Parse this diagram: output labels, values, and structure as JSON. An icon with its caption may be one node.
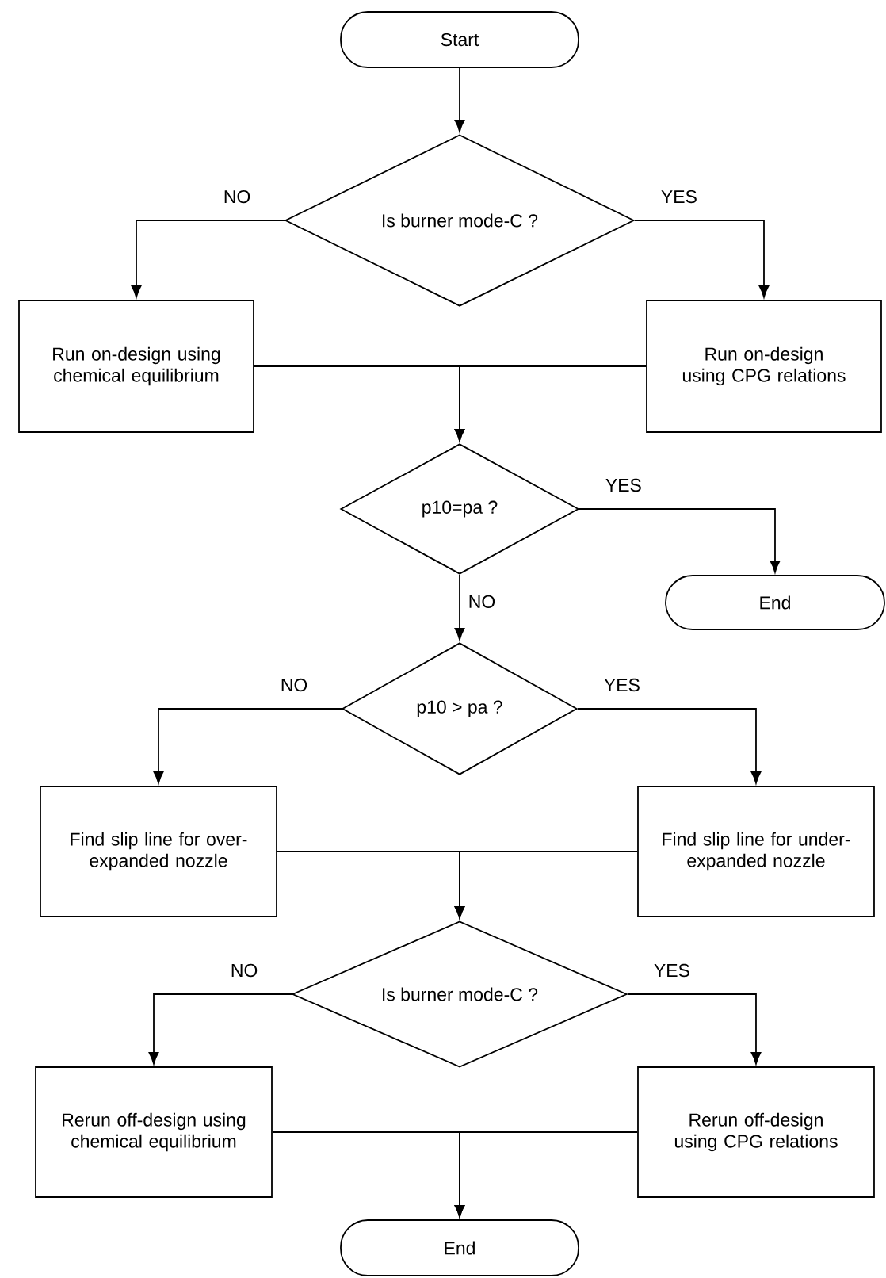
{
  "diagram": {
    "nodes": [
      {
        "text": [
          "Start"
        ]
      },
      {
        "text": [
          "Is burner mode-C ?"
        ]
      },
      {
        "text": [
          "Run on-design using chemical equilibrium"
        ]
      },
      {
        "text": [
          "Run on-design using CPG relations"
        ]
      },
      {
        "text": [
          "p10=pa ?"
        ]
      },
      {
        "text": [
          "End"
        ]
      },
      {
        "text": [
          "p10 > pa ?"
        ]
      },
      {
        "text": [
          "Find slip line for over-expanded nozzle"
        ]
      },
      {
        "text": [
          "Find slip line for under-expanded nozzle"
        ]
      },
      {
        "text": [
          "Is burner mode-C ?"
        ]
      },
      {
        "text": [
          "Rerun off-design using chemical equilibrium"
        ]
      },
      {
        "text": [
          "Rerun off-design using CPG relations"
        ]
      },
      {
        "text": [
          "End"
        ]
      }
    ],
    "edges": [
      {
        "from": 0,
        "to": 1,
        "arrow": "to"
      },
      {
        "from": 1,
        "to": 2,
        "arrow": "to",
        "label": "NO"
      },
      {
        "from": 1,
        "to": 3,
        "arrow": "to",
        "label": "YES"
      },
      {
        "from": 2,
        "to": 4,
        "arrow": "to"
      },
      {
        "from": 3,
        "to": 4,
        "arrow": "to"
      },
      {
        "from": 4,
        "to": 5,
        "arrow": "to",
        "label": "YES"
      },
      {
        "from": 4,
        "to": 6,
        "arrow": "to",
        "label": "NO"
      },
      {
        "from": 6,
        "to": 7,
        "arrow": "to",
        "label": "NO"
      },
      {
        "from": 6,
        "to": 8,
        "arrow": "to",
        "label": "YES"
      },
      {
        "from": 7,
        "to": 9,
        "arrow": "to"
      },
      {
        "from": 8,
        "to": 9,
        "arrow": "to"
      },
      {
        "from": 9,
        "to": 10,
        "arrow": "to",
        "label": "NO"
      },
      {
        "from": 9,
        "to": 11,
        "arrow": "to",
        "label": "YES"
      },
      {
        "from": 10,
        "to": 12,
        "arrow": "to"
      },
      {
        "from": 11,
        "to": 12,
        "arrow": "to"
      }
    ]
  }
}
